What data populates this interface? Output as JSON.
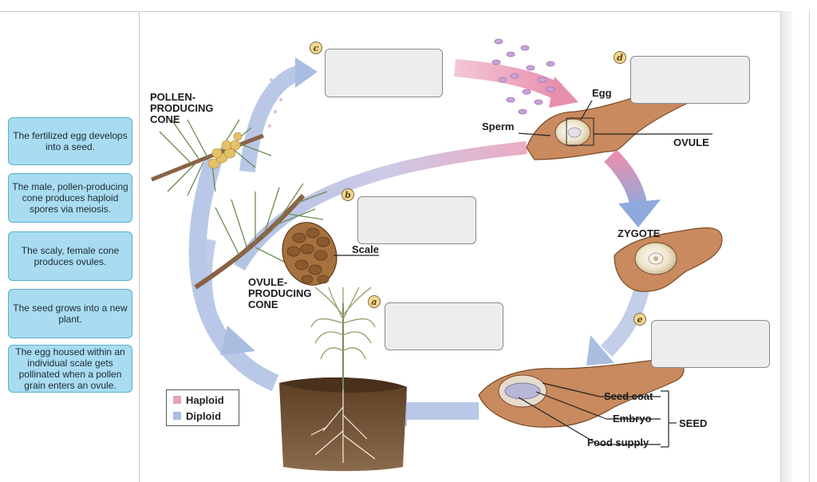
{
  "cards": [
    "The fertilized egg develops into a seed.",
    "The male, pollen-producing cone produces haploid spores via meiosis.",
    "The scaly, female cone produces ovules.",
    "The seed grows into a new plant.",
    "The egg housed within an individual scale gets pollinated when a pollen grain enters an ovule."
  ],
  "markers": {
    "a": "a",
    "b": "b",
    "c": "c",
    "d": "d",
    "e": "e"
  },
  "labels": {
    "pollen_cone": "POLLEN-\nPRODUCING\nCONE",
    "ovule_cone": "OVULE-\nPRODUCING\nCONE",
    "scale": "Scale",
    "egg": "Egg",
    "sperm": "Sperm",
    "ovule": "OVULE",
    "zygote": "ZYGOTE",
    "seed_coat": "Seed coat",
    "embryo": "Embryo",
    "food_supply": "Food supply",
    "seed": "SEED"
  },
  "legend": {
    "haploid": "Haploid",
    "diploid": "Diploid"
  },
  "colors": {
    "haploid": "#e4a3bc",
    "diploid": "#a9bde0",
    "card_fill": "#a9dcf0",
    "card_border": "#5aaed1"
  }
}
